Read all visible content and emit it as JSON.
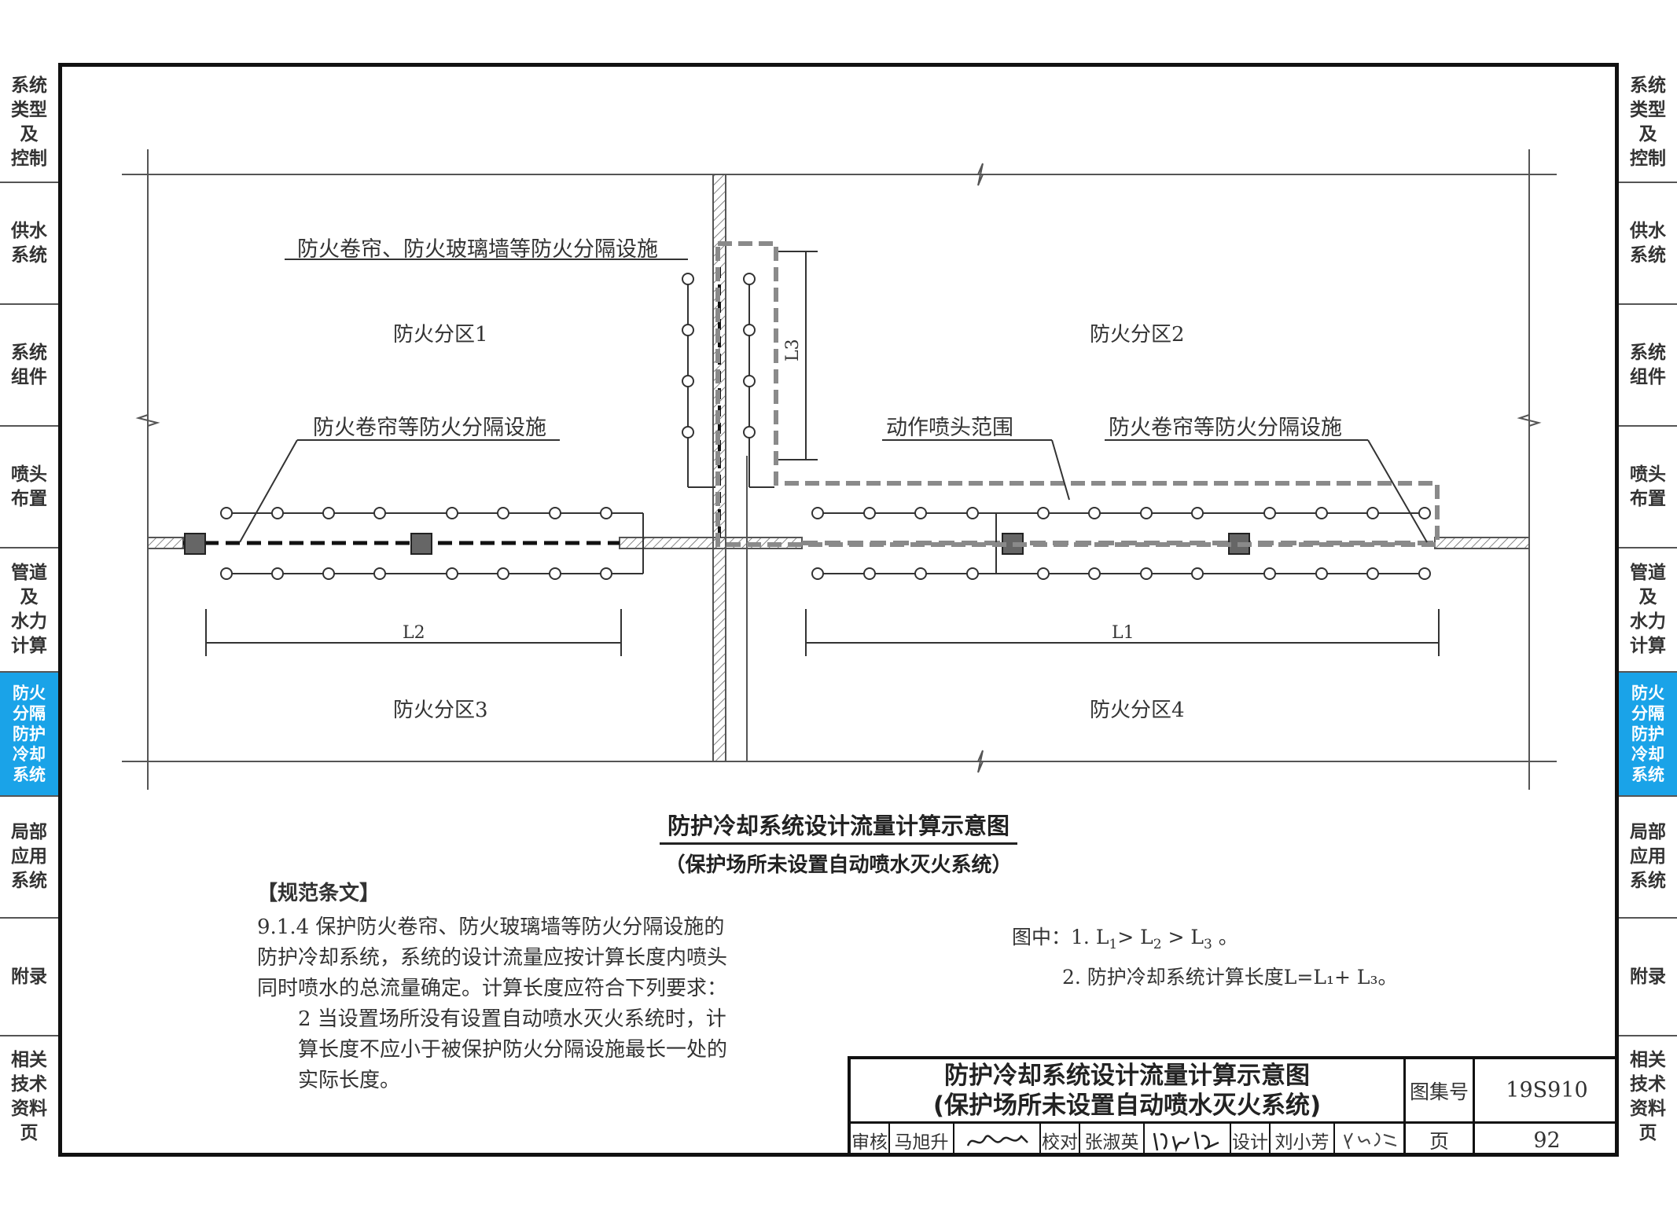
{
  "sidebar": {
    "items": [
      {
        "label": "系统\n类型\n及\n控制",
        "active": false
      },
      {
        "label": "供水\n系统",
        "active": false
      },
      {
        "label": "系统\n组件",
        "active": false
      },
      {
        "label": "喷头\n布置",
        "active": false
      },
      {
        "label": "管道\n及\n水力\n计算",
        "active": false
      },
      {
        "label": "防火\n分隔\n防护\n冷却\n系统",
        "active": true
      },
      {
        "label": "局部\n应用\n系统",
        "active": false
      },
      {
        "label": "附录",
        "active": false
      },
      {
        "label": "相关\n技术\n资料\n页",
        "active": false
      }
    ]
  },
  "diagram": {
    "zones": {
      "zone1": "防火分区1",
      "zone2": "防火分区2",
      "zone3": "防火分区3",
      "zone4": "防火分区4"
    },
    "labels": {
      "glass_wall": "防火卷帘、防火玻璃墙等防火分隔设施",
      "shutter_left": "防火卷帘等防火分隔设施",
      "shutter_right": "防火卷帘等防火分隔设施",
      "sprinkler_range": "动作喷头范围"
    },
    "dimensions": {
      "l1": "L1",
      "l2": "L2",
      "l3": "L3"
    }
  },
  "caption": {
    "title": "防护冷却系统设计流量计算示意图",
    "subtitle": "（保护场所未设置自动喷水灭火系统）"
  },
  "clause": {
    "heading": "【规范条文】",
    "para1": "9.1.4 保护防火卷帘、防火玻璃墙等防火分隔设施的防护冷却系统，系统的设计流量应按计算长度内喷头同时喷水的总流量确定。计算长度应符合下列要求：",
    "para2": "2 当设置场所没有设置自动喷水灭火系统时，计算长度不应小于被保护防火分隔设施最长一处的实际长度。"
  },
  "notes": {
    "prefix": "图中：1.",
    "note1_a": "L",
    "note1_s1": "1",
    "note1_b": "> L",
    "note1_s2": "2",
    "note1_c": " > L",
    "note1_s3": "3",
    "note1_d": " 。",
    "note2": "2.  防护冷却系统计算长度L=L₁+ L₃。"
  },
  "titleblock": {
    "title_line1": "防护冷却系统设计流量计算示意图",
    "title_line2": "(保护场所未设置自动喷水灭火系统)",
    "atlas_label": "图集号",
    "atlas_value": "19S910",
    "page_label": "页",
    "page_value": "92",
    "review_label": "审核",
    "review_name": "马旭升",
    "check_label": "校对",
    "check_name": "张淑英",
    "design_label": "设计",
    "design_name": "刘小芳"
  }
}
